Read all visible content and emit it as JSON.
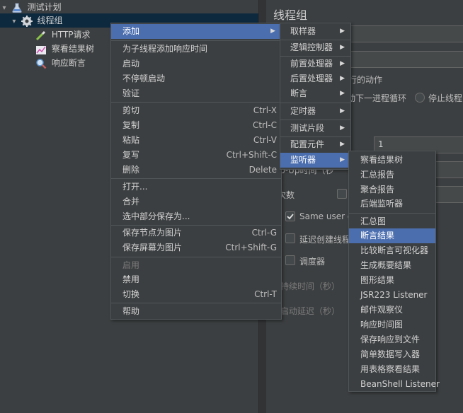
{
  "tree": {
    "items": [
      {
        "label": "测试计划",
        "icon": "flask-icon"
      },
      {
        "label": "线程组",
        "icon": "gear-icon"
      },
      {
        "label": "HTTP请求",
        "icon": "pipette-icon"
      },
      {
        "label": "察看结果树",
        "icon": "chart-icon"
      },
      {
        "label": "响应断言",
        "icon": "magnifier-icon"
      }
    ]
  },
  "right": {
    "title": "线程组",
    "action_partial": "执行的动作",
    "next_loop": "动下一进程循环",
    "stop_thread": "停止线程",
    "num_value": "1",
    "rampup": "Ramp-Up时间（秒",
    "loop_count": "循环次数",
    "same_user": "Same user on",
    "delay_create": "延迟创建线程",
    "scheduler": "调度器",
    "duration": "持续时间（秒）",
    "startup_delay": "启动延迟（秒）"
  },
  "context_menu": {
    "items": [
      {
        "label": "添加",
        "shortcut": "",
        "submenu": true,
        "highlight": true
      },
      {
        "label": "为子线程添加响应时间",
        "shortcut": ""
      },
      {
        "label": "启动",
        "shortcut": ""
      },
      {
        "label": "不停顿启动",
        "shortcut": ""
      },
      {
        "label": "验证",
        "shortcut": ""
      },
      {
        "label": "剪切",
        "shortcut": "Ctrl-X"
      },
      {
        "label": "复制",
        "shortcut": "Ctrl-C"
      },
      {
        "label": "粘贴",
        "shortcut": "Ctrl-V"
      },
      {
        "label": "复写",
        "shortcut": "Ctrl+Shift-C"
      },
      {
        "label": "删除",
        "shortcut": "Delete"
      },
      {
        "label": "打开...",
        "shortcut": ""
      },
      {
        "label": "合并",
        "shortcut": ""
      },
      {
        "label": "选中部分保存为...",
        "shortcut": ""
      },
      {
        "label": "保存节点为图片",
        "shortcut": "Ctrl-G"
      },
      {
        "label": "保存屏幕为图片",
        "shortcut": "Ctrl+Shift-G"
      },
      {
        "label": "启用",
        "shortcut": "",
        "disabled": true
      },
      {
        "label": "禁用",
        "shortcut": ""
      },
      {
        "label": "切换",
        "shortcut": "Ctrl-T"
      },
      {
        "label": "帮助",
        "shortcut": ""
      }
    ]
  },
  "add_menu": {
    "items": [
      {
        "label": "取样器"
      },
      {
        "label": "逻辑控制器"
      },
      {
        "label": "前置处理器"
      },
      {
        "label": "后置处理器"
      },
      {
        "label": "断言"
      },
      {
        "label": "定时器"
      },
      {
        "label": "测试片段"
      },
      {
        "label": "配置元件"
      },
      {
        "label": "监听器",
        "highlight": true
      }
    ]
  },
  "listener_menu": {
    "items": [
      {
        "label": "察看结果树"
      },
      {
        "label": "汇总报告"
      },
      {
        "label": "聚合报告"
      },
      {
        "label": "后端监听器"
      },
      {
        "label": "汇总图"
      },
      {
        "label": "断言结果",
        "highlight": true
      },
      {
        "label": "比较断言可视化器"
      },
      {
        "label": "生成概要结果"
      },
      {
        "label": "图形结果"
      },
      {
        "label": "JSR223 Listener"
      },
      {
        "label": "邮件观察仪"
      },
      {
        "label": "响应时间图"
      },
      {
        "label": "保存响应到文件"
      },
      {
        "label": "简单数据写入器"
      },
      {
        "label": "用表格察看结果"
      },
      {
        "label": "BeanShell Listener"
      }
    ]
  },
  "colors": {
    "highlight": "#4b6eaf",
    "background": "#3c3f41",
    "selection": "#0d293e"
  }
}
